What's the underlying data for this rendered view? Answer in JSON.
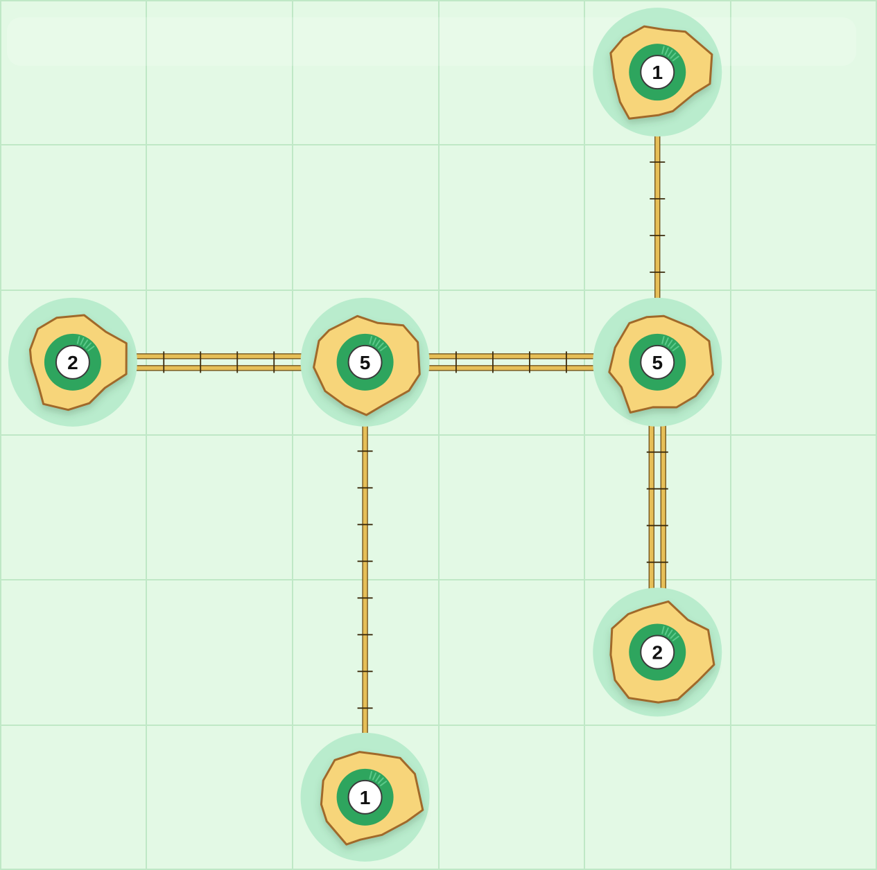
{
  "puzzle": {
    "type": "hashiwokakero",
    "grid": {
      "cols": 6,
      "rows": 6
    },
    "islands": [
      {
        "id": "a",
        "col": 4,
        "row": 0,
        "number": "1"
      },
      {
        "id": "b",
        "col": 0,
        "row": 2,
        "number": "2"
      },
      {
        "id": "c",
        "col": 2,
        "row": 2,
        "number": "5"
      },
      {
        "id": "d",
        "col": 4,
        "row": 2,
        "number": "5"
      },
      {
        "id": "e",
        "col": 4,
        "row": 4,
        "number": "2"
      },
      {
        "id": "f",
        "col": 2,
        "row": 5,
        "number": "1"
      }
    ],
    "bridges": [
      {
        "from": "b",
        "to": "c",
        "count": 2
      },
      {
        "from": "c",
        "to": "d",
        "count": 2
      },
      {
        "from": "a",
        "to": "d",
        "count": 1
      },
      {
        "from": "c",
        "to": "f",
        "count": 1
      },
      {
        "from": "d",
        "to": "e",
        "count": 2
      }
    ]
  },
  "colors": {
    "background": "#e3f9e5",
    "grid_line": "#bfe8c6",
    "island_halo": "#b9eccd",
    "island_fill": "#f7d57a",
    "island_stroke": "#a0692a",
    "ring": "#2ea55e",
    "ring_light": "#5cc98a",
    "badge_fill": "#ffffff",
    "badge_stroke": "#3a3a3a",
    "label": "#111111",
    "bridge_fill": "#e6bf58",
    "bridge_stroke": "#6b4a14",
    "bridge_tie": "#3b2a0c"
  }
}
